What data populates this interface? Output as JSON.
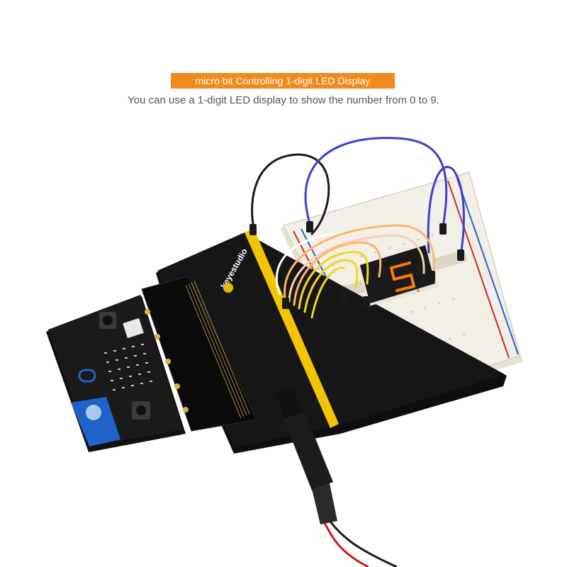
{
  "header": {
    "title": "micro bit Controlling 1-digit LED Display",
    "subtitle": "You can use a 1-digit LED display to show the number from 0 to 9."
  },
  "photo": {
    "shield_brand": "keyestudio",
    "display_digit": "5",
    "colors": {
      "accent": "#f08a1c",
      "board": "#111111",
      "header_pins": "#f5c400",
      "breadboard": "#f2efe6",
      "segment": "#ff7a00",
      "wire_blue": "#3a3fd0",
      "wire_yellow": "#f5d51e",
      "wire_orange": "#ffb46b",
      "wire_black": "#1a1a1a",
      "wire_red": "#d21b1b"
    }
  }
}
